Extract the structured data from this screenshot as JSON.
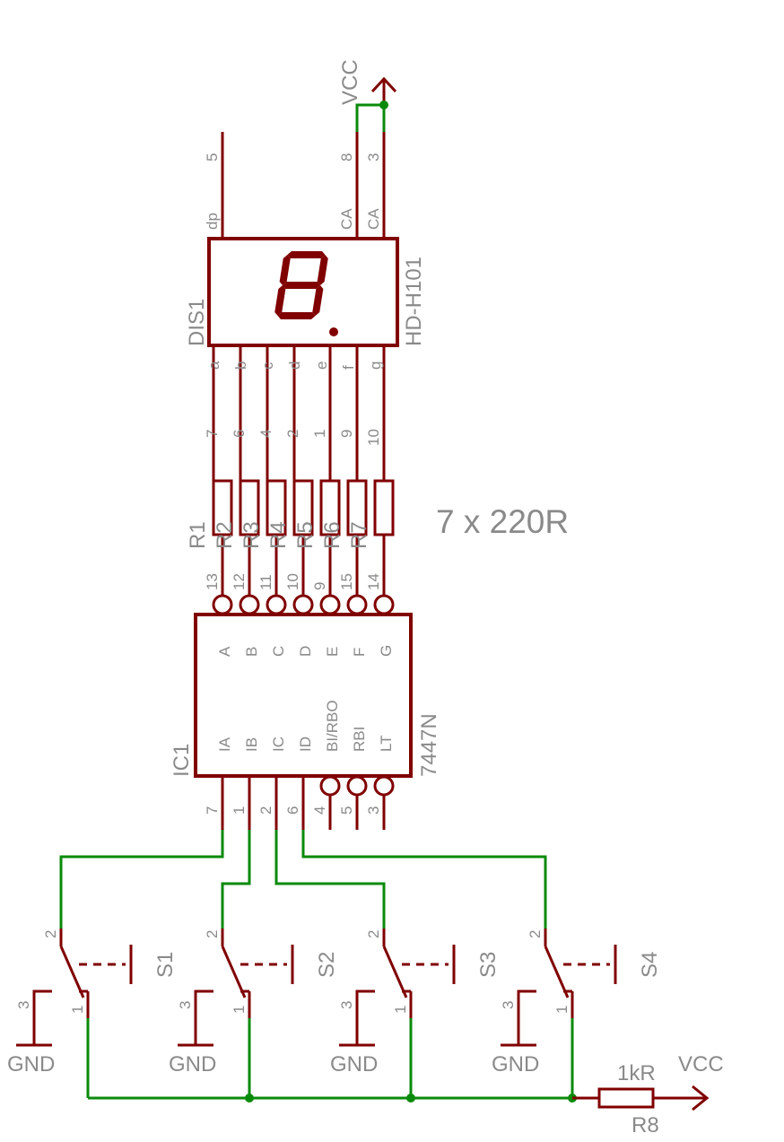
{
  "supply": {
    "vcc_top": "VCC",
    "vcc_right": "VCC"
  },
  "display": {
    "ref": "DIS1",
    "part": "HD-H101",
    "top_pins": [
      {
        "num": "5",
        "name": "dp"
      },
      {
        "num": "8",
        "name": "CA"
      },
      {
        "num": "3",
        "name": "CA"
      }
    ],
    "bottom_pins": [
      {
        "name": "a",
        "num": "7"
      },
      {
        "name": "b",
        "num": "6"
      },
      {
        "name": "c",
        "num": "4"
      },
      {
        "name": "d",
        "num": "2"
      },
      {
        "name": "e",
        "num": "1"
      },
      {
        "name": "f",
        "num": "9"
      },
      {
        "name": "g",
        "num": "10"
      }
    ]
  },
  "resistor_array": {
    "refs": [
      "R1",
      "R2",
      "R3",
      "R4",
      "R5",
      "R6",
      "R7"
    ],
    "value_note": "7 x 220R"
  },
  "decoder": {
    "ref": "IC1",
    "part": "7447N",
    "top_pins": [
      {
        "num": "13",
        "name": "A"
      },
      {
        "num": "12",
        "name": "B"
      },
      {
        "num": "11",
        "name": "C"
      },
      {
        "num": "10",
        "name": "D"
      },
      {
        "num": "9",
        "name": "E"
      },
      {
        "num": "15",
        "name": "F"
      },
      {
        "num": "14",
        "name": "G"
      }
    ],
    "bottom_pins": [
      {
        "num": "7",
        "name": "IA"
      },
      {
        "num": "1",
        "name": "IB"
      },
      {
        "num": "2",
        "name": "IC"
      },
      {
        "num": "6",
        "name": "ID"
      },
      {
        "num": "4",
        "name": "BI/RBO"
      },
      {
        "num": "5",
        "name": "RBI"
      },
      {
        "num": "3",
        "name": "LT"
      }
    ]
  },
  "switches": [
    {
      "ref": "S1",
      "pin2": "2",
      "pin1": "1",
      "pin3": "3",
      "gnd": "GND"
    },
    {
      "ref": "S2",
      "pin2": "2",
      "pin1": "1",
      "pin3": "3",
      "gnd": "GND"
    },
    {
      "ref": "S3",
      "pin2": "2",
      "pin1": "1",
      "pin3": "3",
      "gnd": "GND"
    },
    {
      "ref": "S4",
      "pin2": "2",
      "pin1": "1",
      "pin3": "3",
      "gnd": "GND"
    }
  ],
  "pullup": {
    "ref": "R8",
    "value": "1kR"
  },
  "colors": {
    "part": "#800000",
    "wire": "#0a8a0a",
    "label": "#8a8a8a"
  }
}
